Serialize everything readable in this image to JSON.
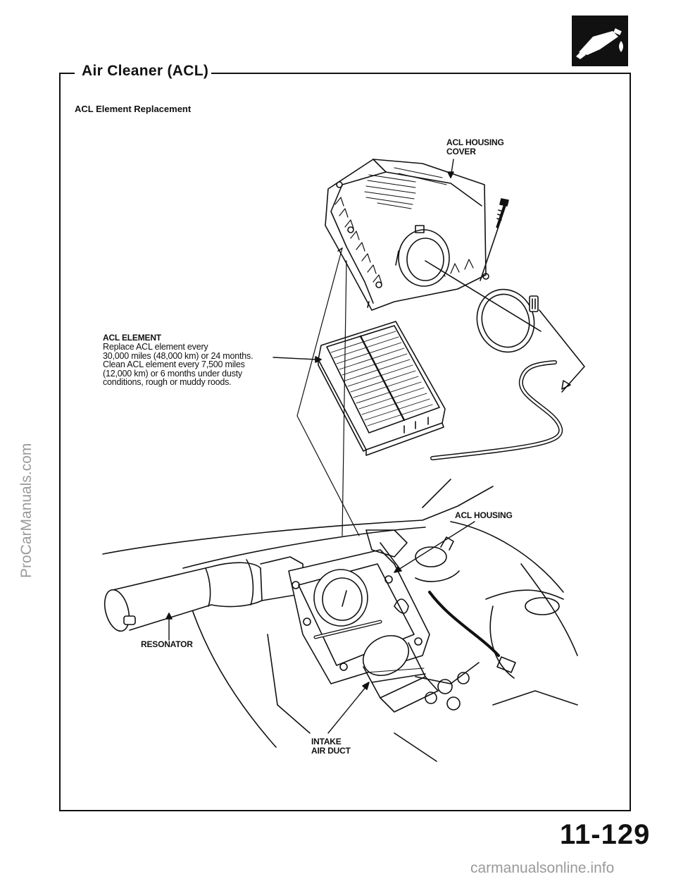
{
  "header": {
    "section_title": "Air Cleaner (ACL)",
    "subtitle": "ACL Element Replacement"
  },
  "labels": {
    "housing_cover_line1": "ACL HOUSING",
    "housing_cover_line2": "COVER",
    "element": "ACL ELEMENT",
    "element_note": [
      "Replace ACL element every",
      "30,000 miles (48,000 km) or 24 months.",
      "Clean ACL element every 7,500 miles",
      "(12,000 km) or 6 months under dusty",
      "conditions, rough or muddy roods."
    ],
    "housing": "ACL HOUSING",
    "resonator": "RESONATOR",
    "intake_line1": "INTAKE",
    "intake_line2": "AIR DUCT"
  },
  "footer": {
    "page_number": "11-129"
  },
  "watermarks": {
    "side": "ProCarManuals.com",
    "bottom": "carmanualsonline.info"
  },
  "icons": {
    "section_icon": "fuel-nozzle-icon"
  }
}
